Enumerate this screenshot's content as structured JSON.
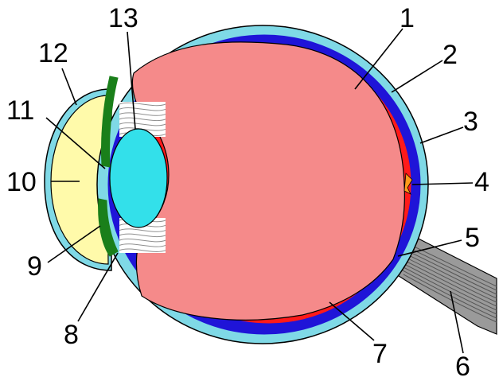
{
  "colors": {
    "outer_layer": "#7fd9e6",
    "choroid": "#1f14d8",
    "retina": "#ff1a1a",
    "vitreous": "#f58a8a",
    "lens": "#33e0ea",
    "aqueous": "#fffaaa",
    "iris": "#1a7f1a",
    "ciliary_fibers": "#8f8f8f",
    "optic_nerve": "#9a9a9a",
    "blind_spot_marker": "#ff9a1a",
    "outline": "#000000"
  },
  "labels": [
    {
      "id": "1",
      "text": "1"
    },
    {
      "id": "2",
      "text": "2"
    },
    {
      "id": "3",
      "text": "3"
    },
    {
      "id": "4",
      "text": "4"
    },
    {
      "id": "5",
      "text": "5"
    },
    {
      "id": "6",
      "text": "6"
    },
    {
      "id": "7",
      "text": "7"
    },
    {
      "id": "8",
      "text": "8"
    },
    {
      "id": "9",
      "text": "9"
    },
    {
      "id": "10",
      "text": "10"
    },
    {
      "id": "11",
      "text": "11"
    },
    {
      "id": "12",
      "text": "12"
    },
    {
      "id": "13",
      "text": "13"
    }
  ]
}
